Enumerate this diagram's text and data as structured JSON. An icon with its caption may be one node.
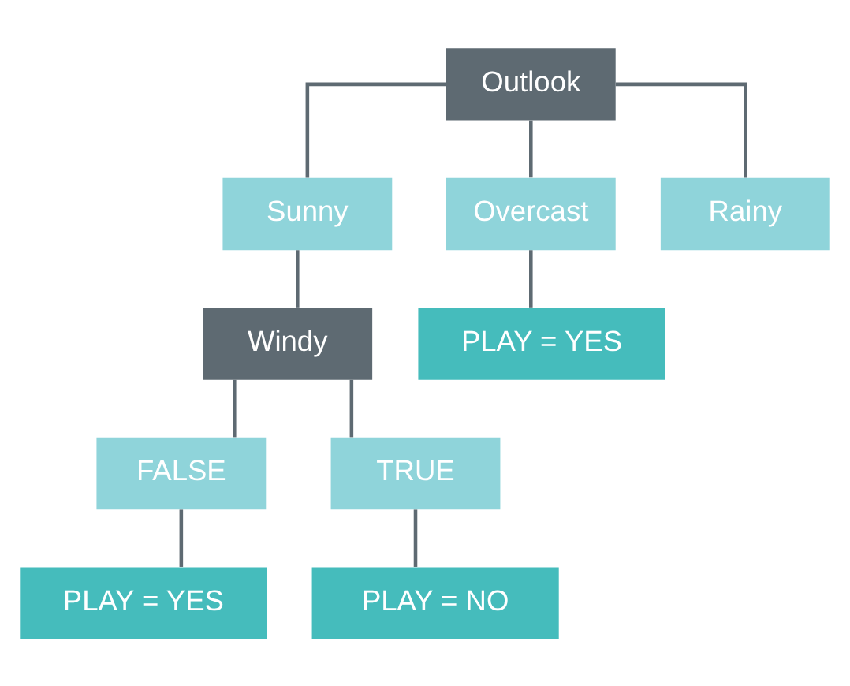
{
  "diagram": {
    "nodes": [
      {
        "text": [
          "Outlook"
        ]
      },
      {
        "text": [
          "Sunny"
        ]
      },
      {
        "text": [
          "Overcast"
        ]
      },
      {
        "text": [
          "Rainy"
        ]
      },
      {
        "text": [
          "Windy"
        ]
      },
      {
        "text": [
          "PLAY = YES"
        ]
      },
      {
        "text": [
          "FALSE"
        ]
      },
      {
        "text": [
          "TRUE"
        ]
      },
      {
        "text": [
          "PLAY = YES"
        ]
      },
      {
        "text": [
          "PLAY = NO"
        ]
      }
    ],
    "edges": [
      {
        "from": 0,
        "to": 1,
        "arrow": "none"
      },
      {
        "from": 0,
        "to": 2,
        "arrow": "none"
      },
      {
        "from": 0,
        "to": 3,
        "arrow": "none"
      },
      {
        "from": 1,
        "to": 4,
        "arrow": "none"
      },
      {
        "from": 2,
        "to": 5,
        "arrow": "none"
      },
      {
        "from": 4,
        "to": 6,
        "arrow": "none"
      },
      {
        "from": 4,
        "to": 7,
        "arrow": "none"
      },
      {
        "from": 6,
        "to": 8,
        "arrow": "none"
      },
      {
        "from": 7,
        "to": 9,
        "arrow": "none"
      }
    ]
  }
}
